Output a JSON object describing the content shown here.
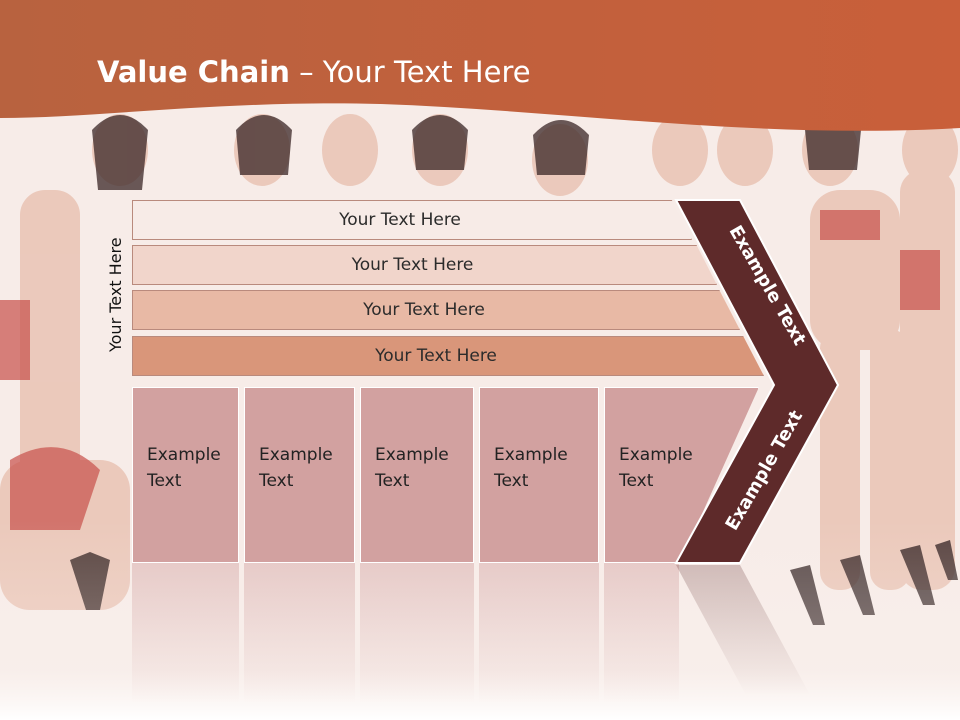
{
  "slide": {
    "title_bold": "Value Chain",
    "title_rest": " – Your Text Here",
    "vertical_label": "Your Text Here",
    "bars": [
      {
        "label": "Your Text Here"
      },
      {
        "label": "Your Text Here"
      },
      {
        "label": "Your Text Here"
      },
      {
        "label": "Your Text Here"
      }
    ],
    "boxes": [
      {
        "line1": "Example",
        "line2": "Text"
      },
      {
        "line1": "Example",
        "line2": "Text"
      },
      {
        "line1": "Example",
        "line2": "Text"
      },
      {
        "line1": "Example",
        "line2": "Text"
      },
      {
        "line1": "Example",
        "line2": "Text"
      }
    ],
    "chevron_top_label": "Example Text",
    "chevron_bottom_label": "Example Text"
  },
  "colors": {
    "header": "#c65f3a",
    "chevron": "#5e2a2a",
    "bar_1": "#f7ebe7",
    "bar_2": "#f1d5cb",
    "bar_3": "#e8b9a5",
    "bar_4": "#d9967a",
    "box": "#c88c8c"
  }
}
